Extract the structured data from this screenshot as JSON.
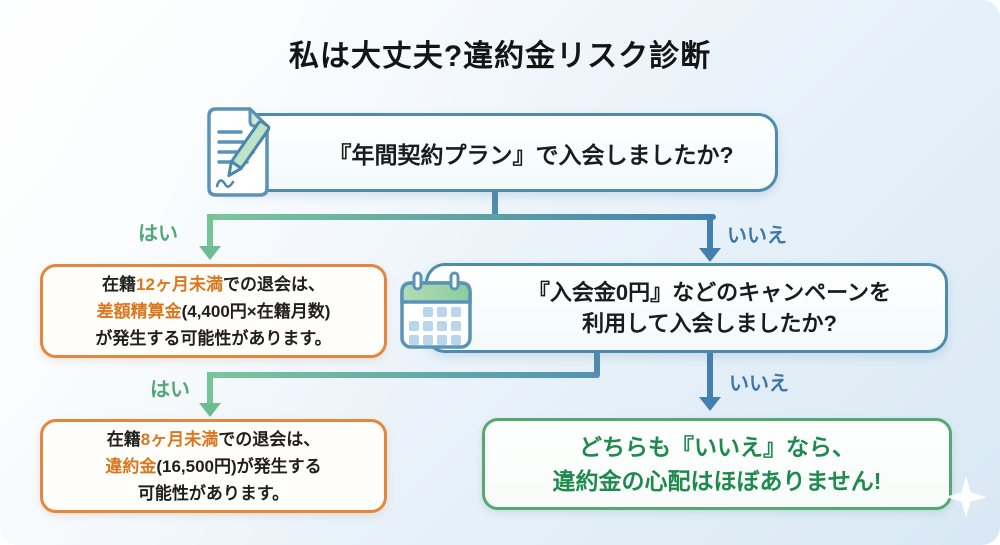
{
  "title": "私は大丈夫?違約金リスク診断",
  "q1": {
    "text": "『年間契約プラン』で入会しましたか?"
  },
  "branch1": {
    "yes": "はい",
    "no": "いいえ"
  },
  "risk1": {
    "line1": {
      "pre": "在籍",
      "highlight": "12ヶ月未満",
      "post": "での退会は、"
    },
    "line2": {
      "highlight": "差額精算金",
      "post": "(4,400円×在籍月数)"
    },
    "line3": "が発生する可能性があります。"
  },
  "q2": {
    "line1": "『入会金0円』などのキャンペーンを",
    "line2": "利用して入会しましたか?"
  },
  "branch2": {
    "yes": "はい",
    "no": "いいえ"
  },
  "risk2": {
    "line1": {
      "pre": "在籍",
      "highlight": "8ヶ月未満",
      "post": "での退会は、"
    },
    "line2": {
      "highlight": "違約金",
      "post": "(16,500円)が発生する"
    },
    "line3": "可能性があります。"
  },
  "result": {
    "line1": "どちらも『いいえ』なら、",
    "line2": "違約金の心配はほぼありません!"
  },
  "colors": {
    "question_border": "#4e8cad",
    "yes_green": "#53a878",
    "no_blue": "#3f77a9",
    "risk_border": "#e2873d",
    "risk_highlight": "#d9781f",
    "result_border": "#55a876",
    "result_text": "#1e8a4e",
    "background_top": "#fbfdfe",
    "background_bottom": "#d8e8f4"
  }
}
